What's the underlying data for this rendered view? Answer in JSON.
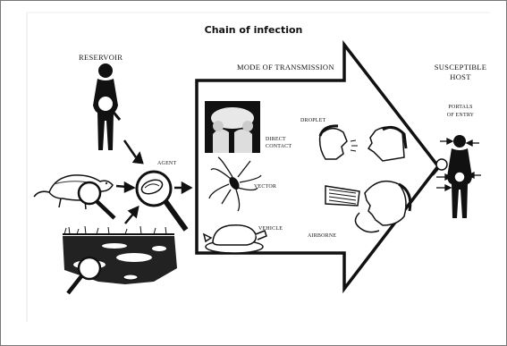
{
  "diagram": {
    "title": "Chain of infection",
    "reservoir": {
      "label": "RESERVOIR"
    },
    "agent": {
      "label": "AGENT"
    },
    "mode": {
      "label": "MODE OF TRANSMISSION",
      "direct_contact": [
        "DIRECT",
        "CONTACT"
      ],
      "droplet": "DROPLET",
      "vector": "VECTOR",
      "vehicle": "VEHICLE",
      "airborne": "AIRBORNE"
    },
    "host": {
      "label": [
        "SUSCEPTIBLE",
        "HOST"
      ],
      "portals": [
        "PORTALS",
        "OF ENTRY"
      ]
    }
  }
}
